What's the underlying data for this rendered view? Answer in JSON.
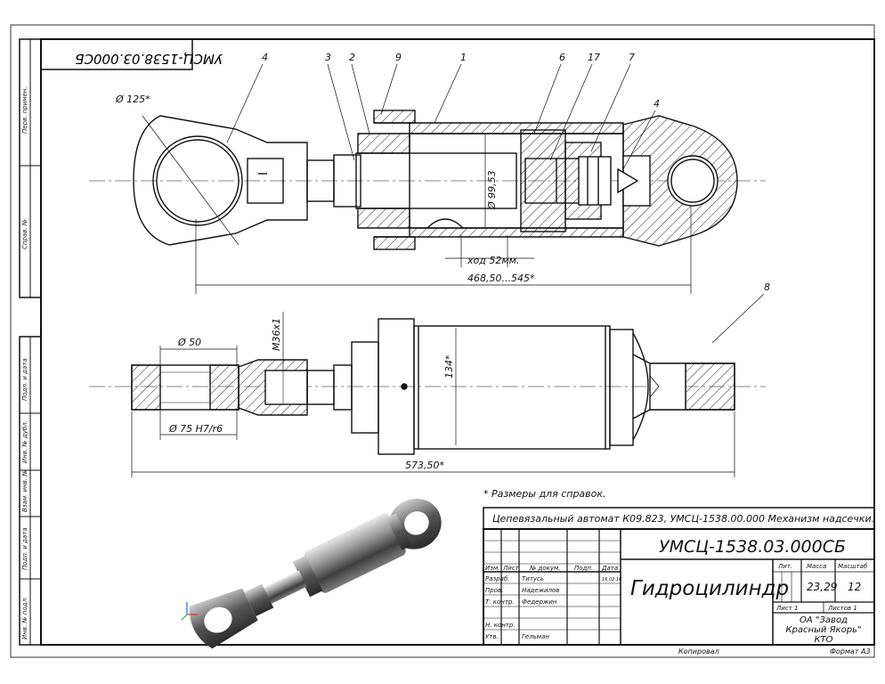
{
  "side_labels": {
    "perv_primen": "Перв. примен.",
    "sprav_no": "Справ. №",
    "podp_data_1": "Подп. и дата",
    "inv_dubl": "Инв. № дубл.",
    "vzam_inv": "Взам. инв. №",
    "podp_data_2": "Подп. и дата",
    "inv_podl": "Инв. № подл."
  },
  "mirror_code": "УМСЦ-1538.03.000СБ",
  "callouts": [
    "4",
    "3",
    "2",
    "9",
    "1",
    "6",
    "17",
    "7",
    "4",
    "8"
  ],
  "dimensions": {
    "d125": "Ø 125*",
    "d99": "Ø 99,53",
    "stroke": "ход 52мм.",
    "len_top": "468,50...545*",
    "d50": "Ø 50",
    "m36": "M36х1",
    "d134": "134*",
    "d75": "Ø 75 H7/r6",
    "len_bottom": "573,50*"
  },
  "note": "* Размеры для справок.",
  "title_block": {
    "parent_line": "Цепевязальный автомат К09.823,   УМСЦ-1538.00.000 Механизм надсечки.",
    "code": "УМСЦ-1538.03.000СБ",
    "name": "Гидроцилиндр",
    "hdr_izm": "Изм.",
    "hdr_list": "Лист",
    "hdr_docum": "№ докум.",
    "hdr_podp": "Подп.",
    "hdr_data": "Дата",
    "razrab_role": "Разраб.",
    "razrab_name": "Титусь",
    "razrab_date": "16.02.16",
    "prov_role": "Пров.",
    "prov_name": "Надежилов",
    "tkontr_role": "Т. контр.",
    "tkontr_name": "Федержин",
    "nkontr_role": "Н. контр.",
    "utv_role": "Утв.",
    "utv_name": "Гельман",
    "lit": "Лит.",
    "massa": "Масса",
    "masshtab": "Масштаб",
    "massa_val": "23,29",
    "masshtab_val": "12",
    "list": "Лист 1",
    "listov": "Листов 1",
    "org1": "ОА \"Завод",
    "org2": "Красный Якорь\"",
    "org3": "КТО"
  },
  "footer": {
    "copied": "Копировал",
    "format": "Формат А3"
  }
}
